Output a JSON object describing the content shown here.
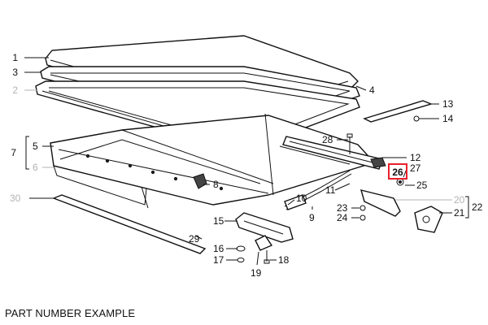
{
  "caption": "PART NUMBER EXAMPLE",
  "highlight_color": "#e8202a",
  "highlighted_part": "26",
  "callouts": {
    "p1": "1",
    "p2": "2",
    "p3": "3",
    "p4": "4",
    "p5": "5",
    "p6": "6",
    "p7": "7",
    "p8": "8",
    "p9": "9",
    "p10": "10",
    "p11": "11",
    "p12": "12",
    "p13": "13",
    "p14": "14",
    "p15": "15",
    "p16": "16",
    "p17": "17",
    "p18": "18",
    "p19": "19",
    "p20": "20",
    "p21": "21",
    "p22": "22",
    "p23": "23",
    "p24": "24",
    "p25": "25",
    "p26": "26",
    "p27": "27",
    "p28": "28",
    "p29": "29",
    "p30": "30"
  }
}
